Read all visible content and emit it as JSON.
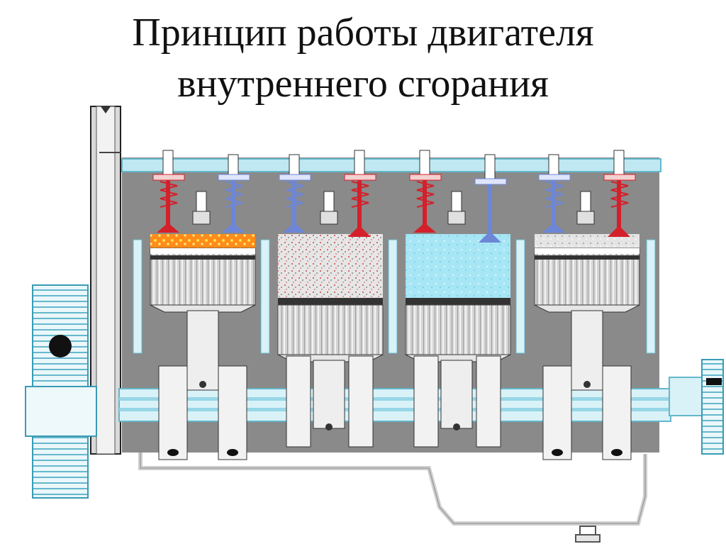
{
  "title": {
    "line1": "Принцип работы двигателя",
    "line2": "внутреннего сгорания"
  },
  "colors": {
    "engine_block": "#8a8a8a",
    "engine_block_dark": "#5c5c5c",
    "coolant_line": "#bfe8f2",
    "hot_valve": "#d4202a",
    "cold_valve": "#6d86d6",
    "combustion_orange": "#ff7f1a",
    "combustion_yellow": "#ffd23a",
    "intake_mix": "#8fd9ef",
    "exhaust_gas": "#d9d9d9",
    "piston": "#c9c9c9",
    "oil_line": "#d7d7d7"
  },
  "cylinders": [
    {
      "stroke": "power",
      "intake_valve": "hot",
      "exhaust_valve": "cold",
      "piston_level": "top"
    },
    {
      "stroke": "exhaust",
      "intake_valve": "cold",
      "exhaust_valve": "hot",
      "piston_level": "bottom"
    },
    {
      "stroke": "intake",
      "intake_valve": "hot",
      "exhaust_valve": "cold",
      "piston_level": "bottom"
    },
    {
      "stroke": "compression",
      "intake_valve": "cold",
      "exhaust_valve": "hot",
      "piston_level": "top"
    }
  ],
  "icons": {
    "flywheel": "flywheel-icon",
    "pulley": "pulley-icon",
    "spark_plug": "spark-plug-icon",
    "valve_spring": "valve-spring-icon",
    "crankshaft": "crankshaft-icon",
    "oil_filter": "oil-filter-icon"
  }
}
